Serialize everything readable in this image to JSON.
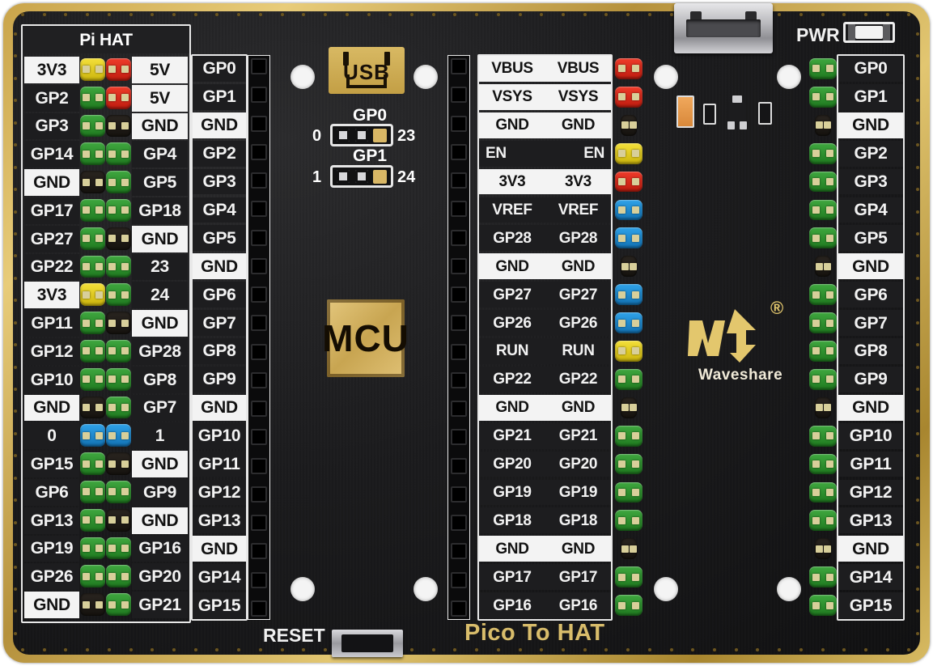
{
  "board": {
    "name": "Pico To HAT",
    "vendor": "Waveshare",
    "vendor_registered_mark": "®",
    "bottom_silk_title": "Pico To HAT",
    "reset_label": "RESET",
    "power_label": "PWR",
    "usb_silk_label": "USB",
    "mcu_silk_label": "MCU",
    "pihat_title": "Pi HAT",
    "colors": {
      "pcb_dark": "#1b1b1d",
      "pcb_gold_edge": "#c9a44a",
      "silk_white": "#f0f0f0",
      "silk_gold": "#d9bd6b",
      "jumper_green": "#3fa73f",
      "jumper_red": "#ee3b2a",
      "jumper_yellow": "#f4e03a",
      "jumper_blue": "#2fa2e8",
      "jumper_none": "#2a2520"
    }
  },
  "gp_selectors": [
    {
      "name": "GP0",
      "title": "GP0",
      "left_option": "0",
      "right_option": "23"
    },
    {
      "name": "GP1",
      "title": "GP1",
      "left_option": "1",
      "right_option": "24"
    }
  ],
  "pihat_header": {
    "title": "Pi HAT",
    "rows": [
      {
        "left": "3V3",
        "right": "5V",
        "left_style": "light",
        "right_style": "light",
        "jumper_left": "yellow",
        "jumper_right": "red"
      },
      {
        "left": "GP2",
        "right": "5V",
        "left_style": "dark",
        "right_style": "light",
        "jumper_left": "green",
        "jumper_right": "red"
      },
      {
        "left": "GP3",
        "right": "GND",
        "left_style": "dark",
        "right_style": "light",
        "jumper_left": "green",
        "jumper_right": "none"
      },
      {
        "left": "GP14",
        "right": "GP4",
        "left_style": "dark",
        "right_style": "dark",
        "jumper_left": "green",
        "jumper_right": "green"
      },
      {
        "left": "GND",
        "right": "GP5",
        "left_style": "light",
        "right_style": "dark",
        "jumper_left": "none",
        "jumper_right": "green"
      },
      {
        "left": "GP17",
        "right": "GP18",
        "left_style": "dark",
        "right_style": "dark",
        "jumper_left": "green",
        "jumper_right": "green"
      },
      {
        "left": "GP27",
        "right": "GND",
        "left_style": "dark",
        "right_style": "light",
        "jumper_left": "green",
        "jumper_right": "none"
      },
      {
        "left": "GP22",
        "right": "23",
        "left_style": "dark",
        "right_style": "dark",
        "jumper_left": "green",
        "jumper_right": "green"
      },
      {
        "left": "3V3",
        "right": "24",
        "left_style": "light",
        "right_style": "dark",
        "jumper_left": "yellow",
        "jumper_right": "green"
      },
      {
        "left": "GP11",
        "right": "GND",
        "left_style": "dark",
        "right_style": "light",
        "jumper_left": "green",
        "jumper_right": "none"
      },
      {
        "left": "GP12",
        "right": "GP28",
        "left_style": "dark",
        "right_style": "dark",
        "jumper_left": "green",
        "jumper_right": "green"
      },
      {
        "left": "GP10",
        "right": "GP8",
        "left_style": "dark",
        "right_style": "dark",
        "jumper_left": "green",
        "jumper_right": "green"
      },
      {
        "left": "GND",
        "right": "GP7",
        "left_style": "light",
        "right_style": "dark",
        "jumper_left": "none",
        "jumper_right": "green"
      },
      {
        "left": "0",
        "right": "1",
        "left_style": "dark",
        "right_style": "dark",
        "jumper_left": "blue",
        "jumper_right": "blue"
      },
      {
        "left": "GP15",
        "right": "GND",
        "left_style": "dark",
        "right_style": "light",
        "jumper_left": "green",
        "jumper_right": "none"
      },
      {
        "left": "GP6",
        "right": "GP9",
        "left_style": "dark",
        "right_style": "dark",
        "jumper_left": "green",
        "jumper_right": "green"
      },
      {
        "left": "GP13",
        "right": "GND",
        "left_style": "dark",
        "right_style": "light",
        "jumper_left": "green",
        "jumper_right": "none"
      },
      {
        "left": "GP19",
        "right": "GP16",
        "left_style": "dark",
        "right_style": "dark",
        "jumper_left": "green",
        "jumper_right": "green"
      },
      {
        "left": "GP26",
        "right": "GP20",
        "left_style": "dark",
        "right_style": "dark",
        "jumper_left": "green",
        "jumper_right": "green"
      },
      {
        "left": "GND",
        "right": "GP21",
        "left_style": "light",
        "right_style": "dark",
        "jumper_left": "none",
        "jumper_right": "green"
      }
    ]
  },
  "pico_left_column": {
    "name": "pico-left-pin-labels",
    "rows": [
      {
        "label": "GP0",
        "style": "dark"
      },
      {
        "label": "GP1",
        "style": "dark"
      },
      {
        "label": "GND",
        "style": "light"
      },
      {
        "label": "GP2",
        "style": "dark"
      },
      {
        "label": "GP3",
        "style": "dark"
      },
      {
        "label": "GP4",
        "style": "dark"
      },
      {
        "label": "GP5",
        "style": "dark"
      },
      {
        "label": "GND",
        "style": "light"
      },
      {
        "label": "GP6",
        "style": "dark"
      },
      {
        "label": "GP7",
        "style": "dark"
      },
      {
        "label": "GP8",
        "style": "dark"
      },
      {
        "label": "GP9",
        "style": "dark"
      },
      {
        "label": "GND",
        "style": "light"
      },
      {
        "label": "GP10",
        "style": "dark"
      },
      {
        "label": "GP11",
        "style": "dark"
      },
      {
        "label": "GP12",
        "style": "dark"
      },
      {
        "label": "GP13",
        "style": "dark"
      },
      {
        "label": "GND",
        "style": "light"
      },
      {
        "label": "GP14",
        "style": "dark"
      },
      {
        "label": "GP15",
        "style": "dark"
      }
    ]
  },
  "pico_right_column": {
    "name": "pico-right-pin-labels-paired",
    "rows": [
      {
        "left": "VBUS",
        "right": "VBUS",
        "style": "light",
        "jumper": "red"
      },
      {
        "left": "VSYS",
        "right": "VSYS",
        "style": "light",
        "jumper": "red"
      },
      {
        "left": "GND",
        "right": "GND",
        "style": "light",
        "jumper": "none"
      },
      {
        "left": "EN",
        "right": "EN",
        "style": "dark",
        "jumper": "yellow"
      },
      {
        "left": "3V3",
        "right": "3V3",
        "style": "light",
        "jumper": "red"
      },
      {
        "left": "VREF",
        "right": "VREF",
        "style": "dark",
        "jumper": "blue"
      },
      {
        "left": "GP28",
        "right": "GP28",
        "style": "dark",
        "jumper": "blue"
      },
      {
        "left": "GND",
        "right": "GND",
        "style": "light",
        "jumper": "none"
      },
      {
        "left": "GP27",
        "right": "GP27",
        "style": "dark",
        "jumper": "blue"
      },
      {
        "left": "GP26",
        "right": "GP26",
        "style": "dark",
        "jumper": "blue"
      },
      {
        "left": "RUN",
        "right": "RUN",
        "style": "dark",
        "jumper": "yellow"
      },
      {
        "left": "GP22",
        "right": "GP22",
        "style": "dark",
        "jumper": "green"
      },
      {
        "left": "GND",
        "right": "GND",
        "style": "light",
        "jumper": "none"
      },
      {
        "left": "GP21",
        "right": "GP21",
        "style": "dark",
        "jumper": "green"
      },
      {
        "left": "GP20",
        "right": "GP20",
        "style": "dark",
        "jumper": "green"
      },
      {
        "left": "GP19",
        "right": "GP19",
        "style": "dark",
        "jumper": "green"
      },
      {
        "left": "GP18",
        "right": "GP18",
        "style": "dark",
        "jumper": "green"
      },
      {
        "left": "GND",
        "right": "GND",
        "style": "light",
        "jumper": "none"
      },
      {
        "left": "GP17",
        "right": "GP17",
        "style": "dark",
        "jumper": "green"
      },
      {
        "left": "GP16",
        "right": "GP16",
        "style": "dark",
        "jumper": "green"
      }
    ]
  },
  "far_right_column": {
    "name": "far-right-pin-labels",
    "rows": [
      {
        "label": "GP0",
        "style": "dark",
        "jumper": "green"
      },
      {
        "label": "GP1",
        "style": "dark",
        "jumper": "green"
      },
      {
        "label": "GND",
        "style": "light",
        "jumper": "none"
      },
      {
        "label": "GP2",
        "style": "dark",
        "jumper": "green"
      },
      {
        "label": "GP3",
        "style": "dark",
        "jumper": "green"
      },
      {
        "label": "GP4",
        "style": "dark",
        "jumper": "green"
      },
      {
        "label": "GP5",
        "style": "dark",
        "jumper": "green"
      },
      {
        "label": "GND",
        "style": "light",
        "jumper": "none"
      },
      {
        "label": "GP6",
        "style": "dark",
        "jumper": "green"
      },
      {
        "label": "GP7",
        "style": "dark",
        "jumper": "green"
      },
      {
        "label": "GP8",
        "style": "dark",
        "jumper": "green"
      },
      {
        "label": "GP9",
        "style": "dark",
        "jumper": "green"
      },
      {
        "label": "GND",
        "style": "light",
        "jumper": "none"
      },
      {
        "label": "GP10",
        "style": "dark",
        "jumper": "green"
      },
      {
        "label": "GP11",
        "style": "dark",
        "jumper": "green"
      },
      {
        "label": "GP12",
        "style": "dark",
        "jumper": "green"
      },
      {
        "label": "GP13",
        "style": "dark",
        "jumper": "green"
      },
      {
        "label": "GND",
        "style": "light",
        "jumper": "none"
      },
      {
        "label": "GP14",
        "style": "dark",
        "jumper": "green"
      },
      {
        "label": "GP15",
        "style": "dark",
        "jumper": "green"
      }
    ]
  }
}
